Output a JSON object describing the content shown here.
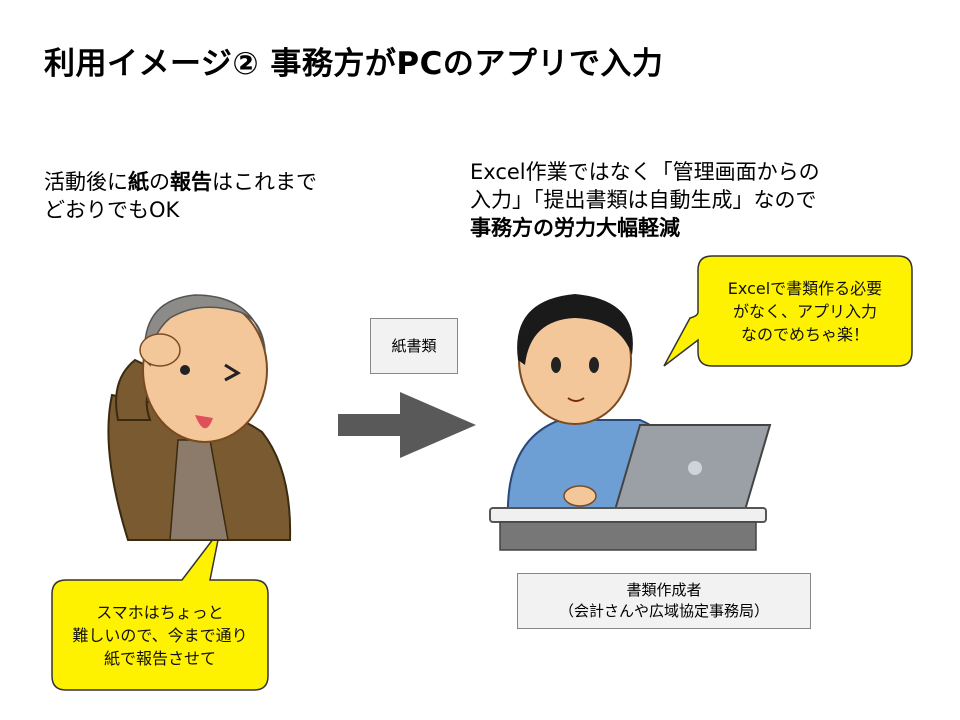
{
  "title": "利用イメージ② 事務方がPCのアプリで入力",
  "left_text": {
    "line1_pre": "活動後に",
    "line1_bold1": "紙",
    "line1_mid": "の",
    "line1_bold2": "報告",
    "line1_post": "はこれまで",
    "line2": "どおりでもOK"
  },
  "right_text": {
    "line1": "Excel作業ではなく「管理画面からの",
    "line2": "入力」「提出書類は自動生成」なので",
    "line3": "事務方の労力大幅軽減"
  },
  "paper_label": "紙書類",
  "creator_label": {
    "line1": "書類作成者",
    "line2": "（会計さんや広域協定事務局）"
  },
  "bubble_right": {
    "line1": "Excelで書類作る必要",
    "line2": "がなく、アプリ入力",
    "line3": "なのでめちゃ楽！"
  },
  "bubble_left": {
    "line1": "スマホはちょっと",
    "line2": "難しいので、今まで通り",
    "line3": "紙で報告させて"
  },
  "colors": {
    "bubble_fill": "#fff200",
    "arrow": "#595959",
    "shirt": "#6e9fd4",
    "jacket": "#7a5a30"
  },
  "icons": {
    "elder": "elderly-man-illustration",
    "worker": "office-worker-laptop-illustration",
    "arrow": "arrow-right-icon"
  }
}
